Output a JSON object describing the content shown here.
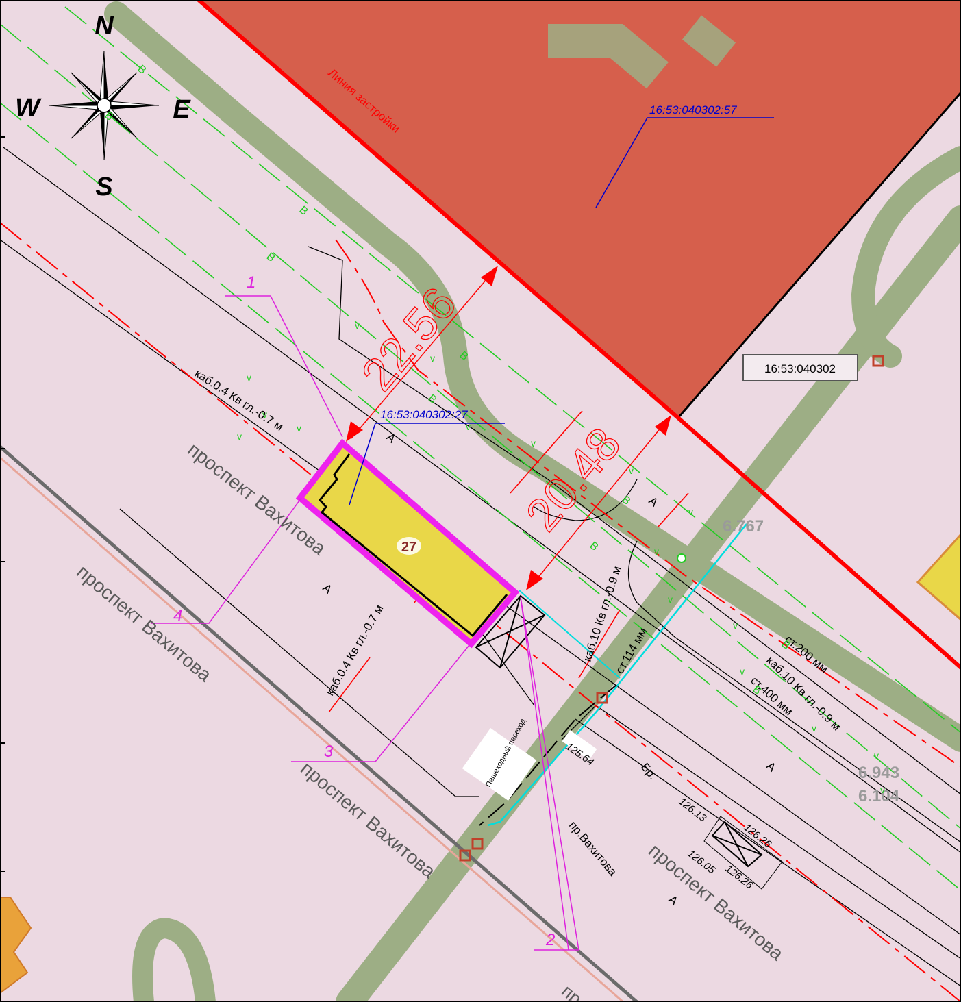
{
  "compass": {
    "north": "N",
    "south": "S",
    "west": "W",
    "east": "E"
  },
  "labels": {
    "building_line": "Линия застройки",
    "parcel_57": "16:53:040302:57",
    "parcel_27": "16:53:040302:27",
    "block_id": "16:53:040302",
    "building_number": "27",
    "dim_top": "22.56",
    "dim_right": "20.48",
    "elev_6767": "6.767",
    "elev_6943": "6.943",
    "elev_6104": "6.104",
    "cable_04_top": "каб.0.4 Кв гл.-0.7 м",
    "cable_04_bottom": "каб.0.4 Кв гл.-0.7 м",
    "cable_10_mid": "каб.10 Кв гл.-0.9 м",
    "cable_10_right": "каб.10 Кв гл.-0.9 м",
    "pipe_114": "ст.114 мм",
    "pipe_200": "ст.200 мм",
    "pipe_400": "ст.400 мм",
    "crossing": "Пешеходный переход",
    "street_1": "проспект Вахитова",
    "street_2": "проспект Вахитова",
    "street_3": "проспект Вахитова",
    "street_4": "проспект Вахитова",
    "street_short": "пр.Вахитова",
    "street_cut": "пр",
    "br": "Бр.",
    "a_letter": "А",
    "b_letter": "В",
    "v_mark": "v",
    "callout_1": "1",
    "callout_2": "2",
    "callout_3": "3",
    "callout_4": "4",
    "elev_12564": "125.64",
    "elev_12613": "126.13",
    "elev_12605": "126.05",
    "elev_12626a": "126.26",
    "elev_12626b": "126.26"
  },
  "colors": {
    "background": "#ecd9e2",
    "parcel_fill": "#d65f4c",
    "green_strip": "#9dae85",
    "building_fill": "#e9d748",
    "building_outline": "#ee22ee",
    "red_line": "#ff0000",
    "network_green": "#22cc22",
    "cyan": "#00dddd",
    "blue": "#0000cc",
    "magenta": "#dd22dd"
  }
}
